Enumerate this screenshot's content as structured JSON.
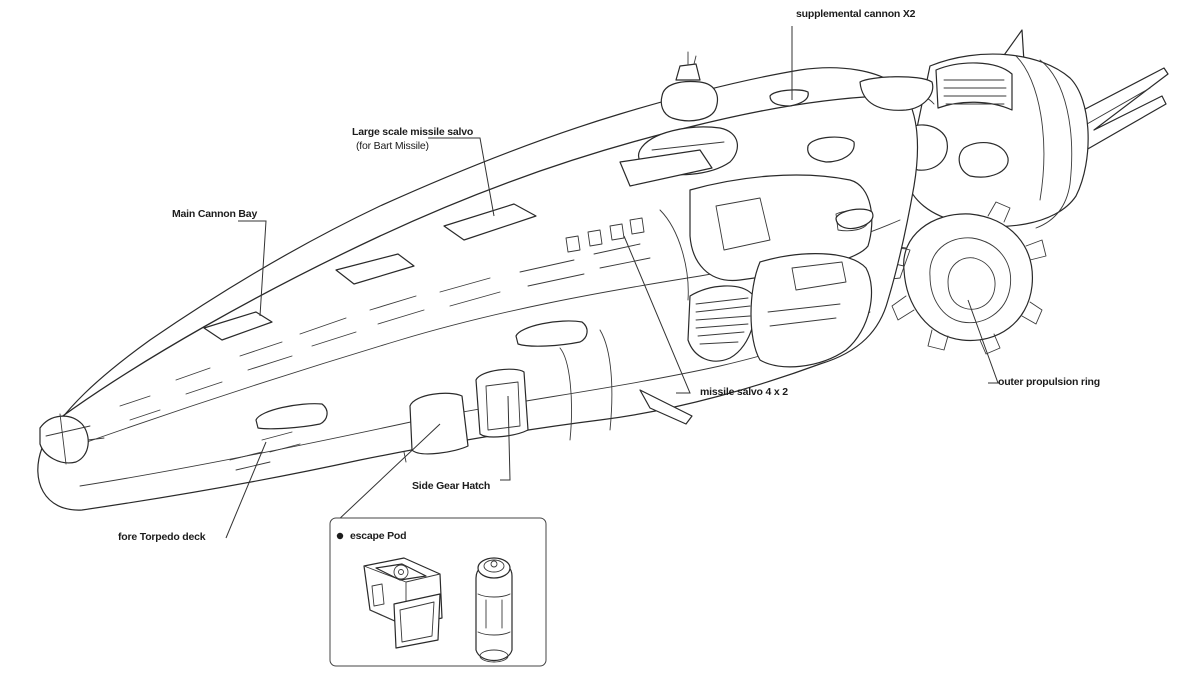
{
  "callouts": {
    "supplemental_cannon": "supplemental cannon X2",
    "missile_salvo_large": "Large scale missile salvo",
    "missile_salvo_large_note": "(for Bart Missile)",
    "main_cannon_bay": "Main Cannon Bay",
    "missile_salvo_4x2": "missile salvo 4 x 2",
    "outer_propulsion_ring": "outer propulsion ring",
    "side_gear_hatch": "Side Gear Hatch",
    "fore_torpedo_deck": "fore Torpedo deck",
    "escape_pod": "escape Pod"
  }
}
